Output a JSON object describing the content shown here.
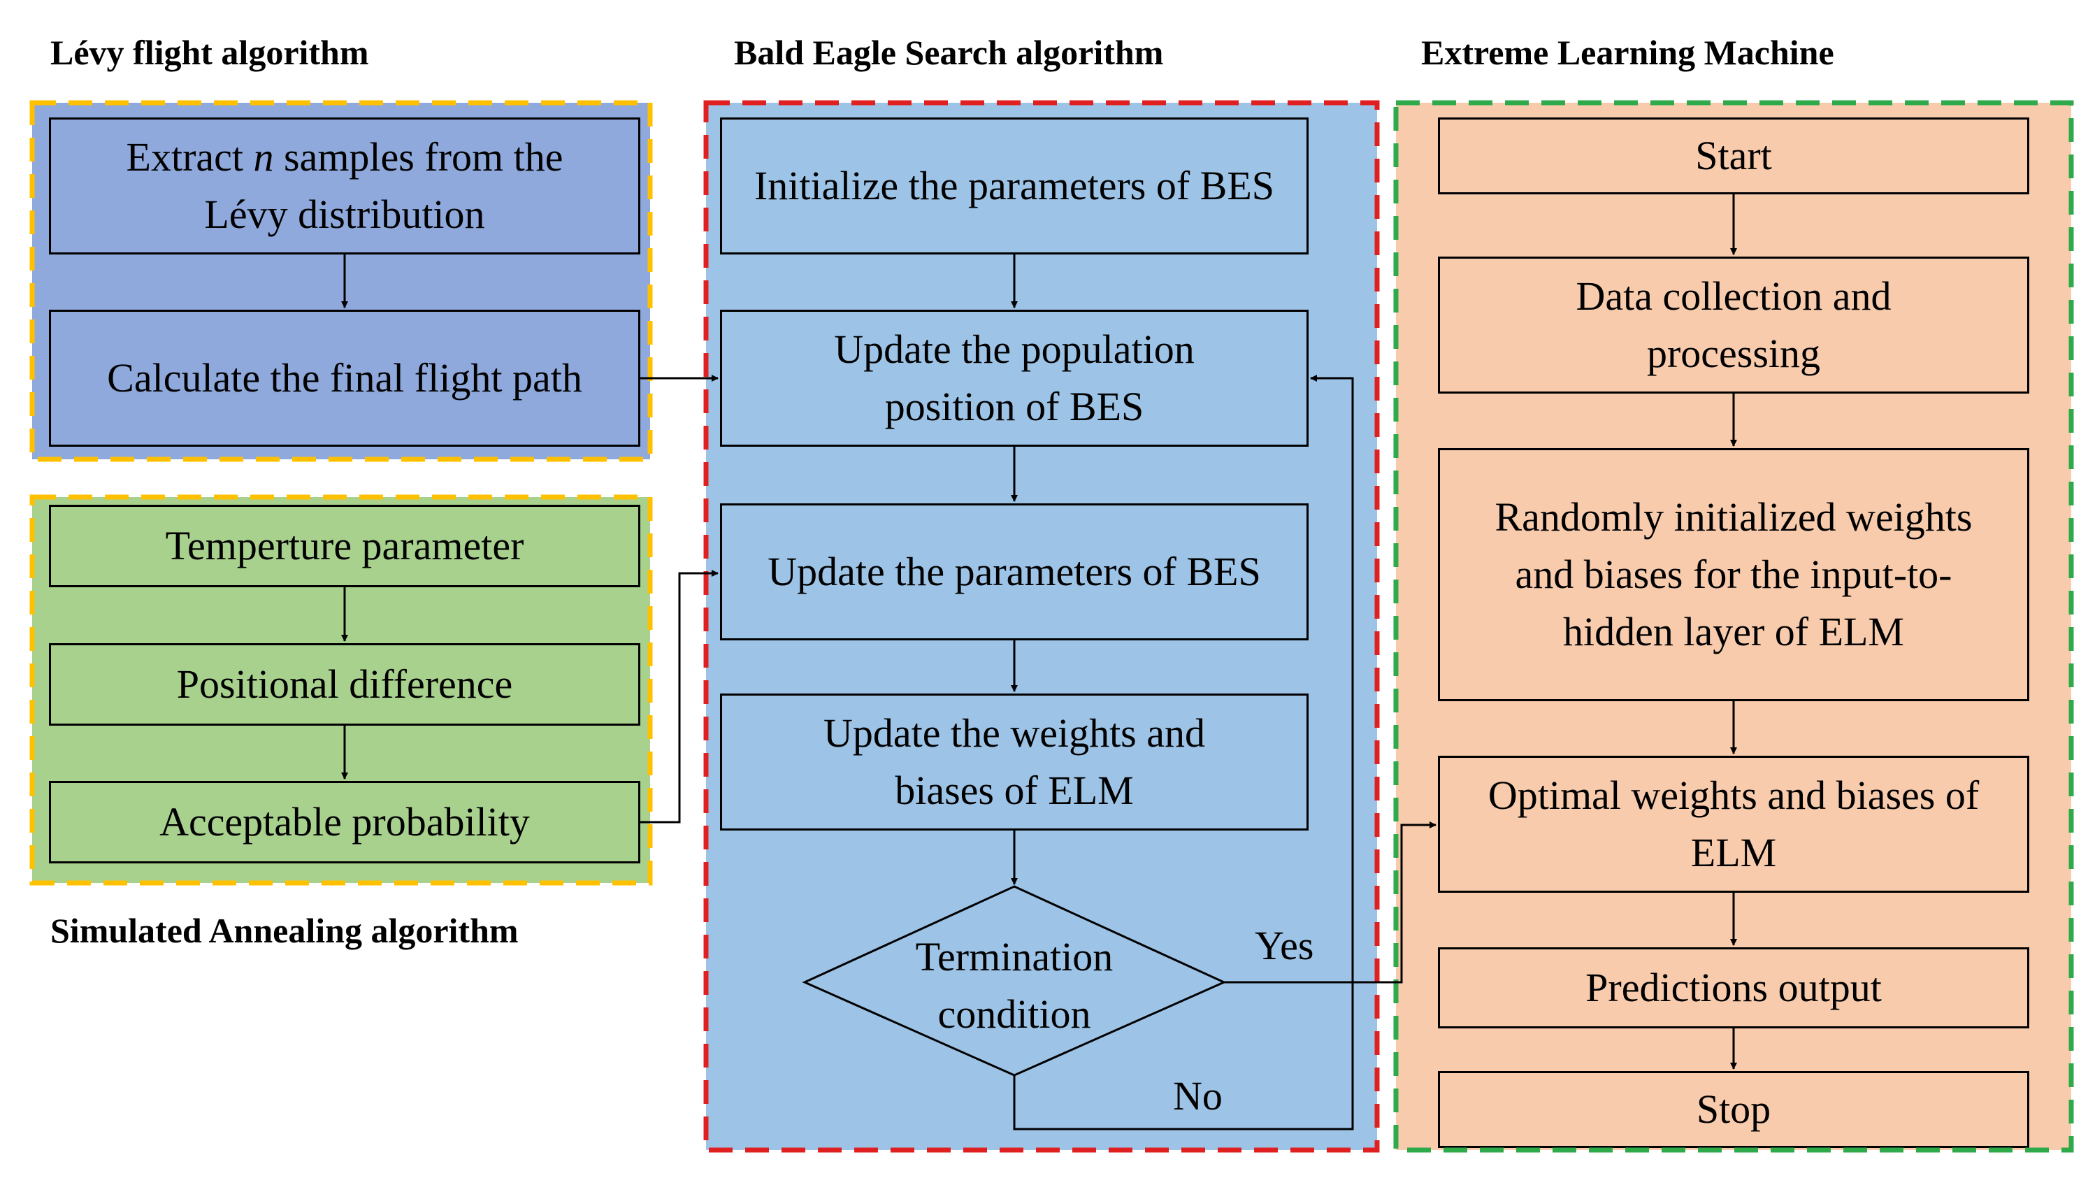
{
  "headings": {
    "levy": "Lévy flight algorithm",
    "bes": "Bald Eagle Search algorithm",
    "elm": "Extreme Learning Machine",
    "sa": "Simulated Annealing algorithm"
  },
  "levy_boxes": {
    "extract_prefix": "Extract ",
    "extract_var": "n",
    "extract_suffix": " samples from the Lévy distribution",
    "calc": "Calculate the final flight path"
  },
  "sa_boxes": {
    "temp": "Temperture parameter",
    "pos": "Positional difference",
    "prob": "Acceptable probability"
  },
  "bes_boxes": {
    "init": "Initialize the parameters of BES",
    "update_pop": "Update the population position of BES",
    "update_params": "Update the parameters of BES",
    "update_weights": "Update the weights and biases of ELM",
    "term_line1": "Termination",
    "term_line2": "condition"
  },
  "elm_boxes": {
    "start": "Start",
    "data": "Data collection and processing",
    "random": "Randomly initialized weights and biases for the input-to-hidden layer of ELM",
    "optimal": "Optimal weights and biases of ELM",
    "pred": "Predictions output",
    "stop": "Stop"
  },
  "labels": {
    "yes": "Yes",
    "no": "No"
  },
  "colors": {
    "levy_fill": "#8fa9dc",
    "sa_fill": "#a9d18e",
    "bes_fill": "#9dc3e6",
    "elm_fill": "#f8cbad",
    "levy_border": "#ffc000",
    "sa_border": "#ffc000",
    "bes_border": "#e02020",
    "elm_border": "#2eaa4a"
  }
}
